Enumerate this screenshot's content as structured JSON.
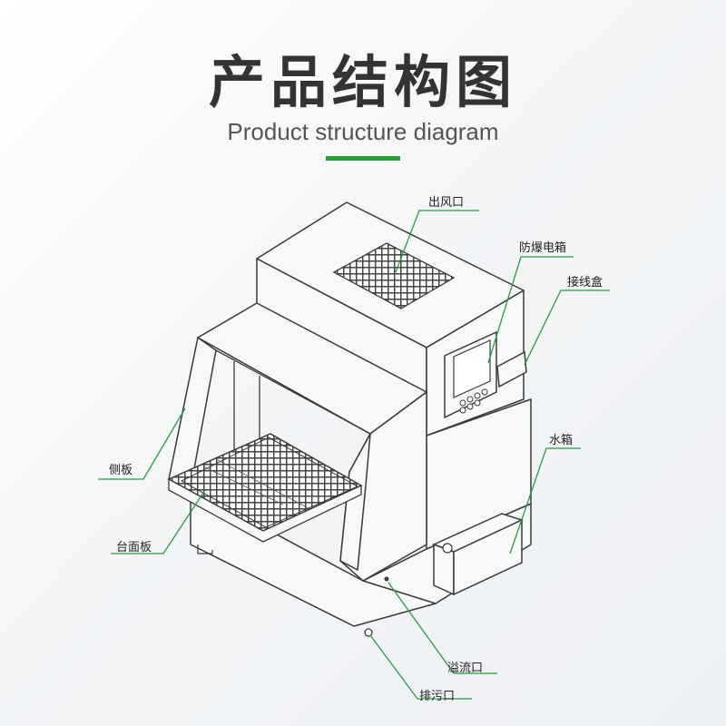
{
  "header": {
    "title": "产品结构图",
    "subtitle": "Product structure diagram"
  },
  "colors": {
    "accent": "#2b9a3f",
    "leader_line": "#2b9a3f",
    "outline": "#3a3a3a",
    "panel_fill": "#f7f8f9"
  },
  "labels": {
    "outlet": "出风口",
    "explosion_proof_box": "防爆电箱",
    "junction_box": "接线盒",
    "water_tank": "水箱",
    "side_panel": "侧板",
    "table_top": "台面板",
    "overflow_port": "溢流口",
    "drain_port": "排污口"
  }
}
